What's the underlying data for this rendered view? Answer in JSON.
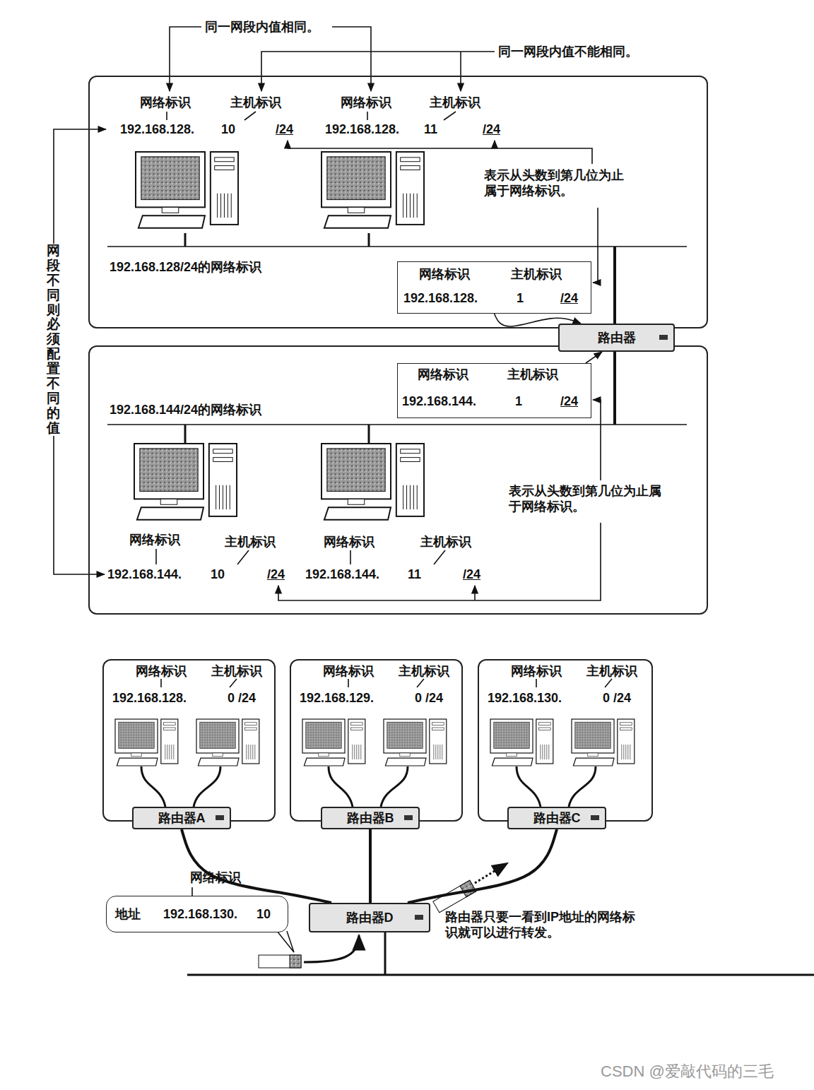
{
  "diagram": {
    "nodes": [
      {
        "text": [
          "192.168.128/24的网络标识"
        ]
      },
      {
        "text": [
          "网络标识",
          "主机标识",
          "192.168.128.",
          "1",
          "/24"
        ],
        "in": 0
      },
      {
        "text": [
          "192.168.144/24的网络标识"
        ]
      },
      {
        "text": [
          "网络标识",
          "主机标识",
          "192.168.144.",
          "1",
          "/24"
        ],
        "in": 2
      },
      {
        "text": [
          "路由器"
        ]
      },
      {
        "text": [
          "网络标识",
          "主机标识",
          "192.168.128.",
          "0 /24"
        ]
      },
      {
        "text": [
          "路由器A"
        ],
        "in": 5
      },
      {
        "text": [
          "网络标识",
          "主机标识",
          "192.168.129.",
          "0 /24"
        ]
      },
      {
        "text": [
          "路由器B"
        ],
        "in": 7
      },
      {
        "text": [
          "网络标识",
          "主机标识",
          "192.168.130.",
          "0 /24"
        ]
      },
      {
        "text": [
          "路由器C"
        ],
        "in": 9
      },
      {
        "text": [
          "路由器D"
        ]
      },
      {
        "text": [
          "网络标识",
          "地址",
          "192.168.130.",
          "10"
        ]
      }
    ],
    "edges": [
      {
        "from": 1,
        "to": 4,
        "arrow": "to"
      },
      {
        "from": 3,
        "to": 4,
        "arrow": "to"
      },
      {
        "from": 6,
        "to": 11,
        "arrow": "none"
      },
      {
        "from": 8,
        "to": 11,
        "arrow": "none"
      },
      {
        "from": 10,
        "to": 11,
        "arrow": "none"
      }
    ],
    "labels": [
      "同一网段内值相同。",
      "同一网段内值不能相同。",
      "网络标识",
      "主机标识",
      "192.168.128.",
      "10",
      "/24",
      "网络标识",
      "主机标识",
      "192.168.128.",
      "11",
      "/24",
      "表示从头数到第几位为止属于网络标识。",
      "网段不同则必须配置不同的值",
      "表示从头数到第几位为止属于网络标识。",
      "网络标识",
      "主机标识",
      "192.168.144.",
      "10",
      "/24",
      "网络标识",
      "主机标识",
      "192.168.144.",
      "11",
      "/24",
      "路由器只要一看到IP地址的网络标识就可以进行转发。",
      "CSDN @爱敲代码的三毛"
    ]
  }
}
